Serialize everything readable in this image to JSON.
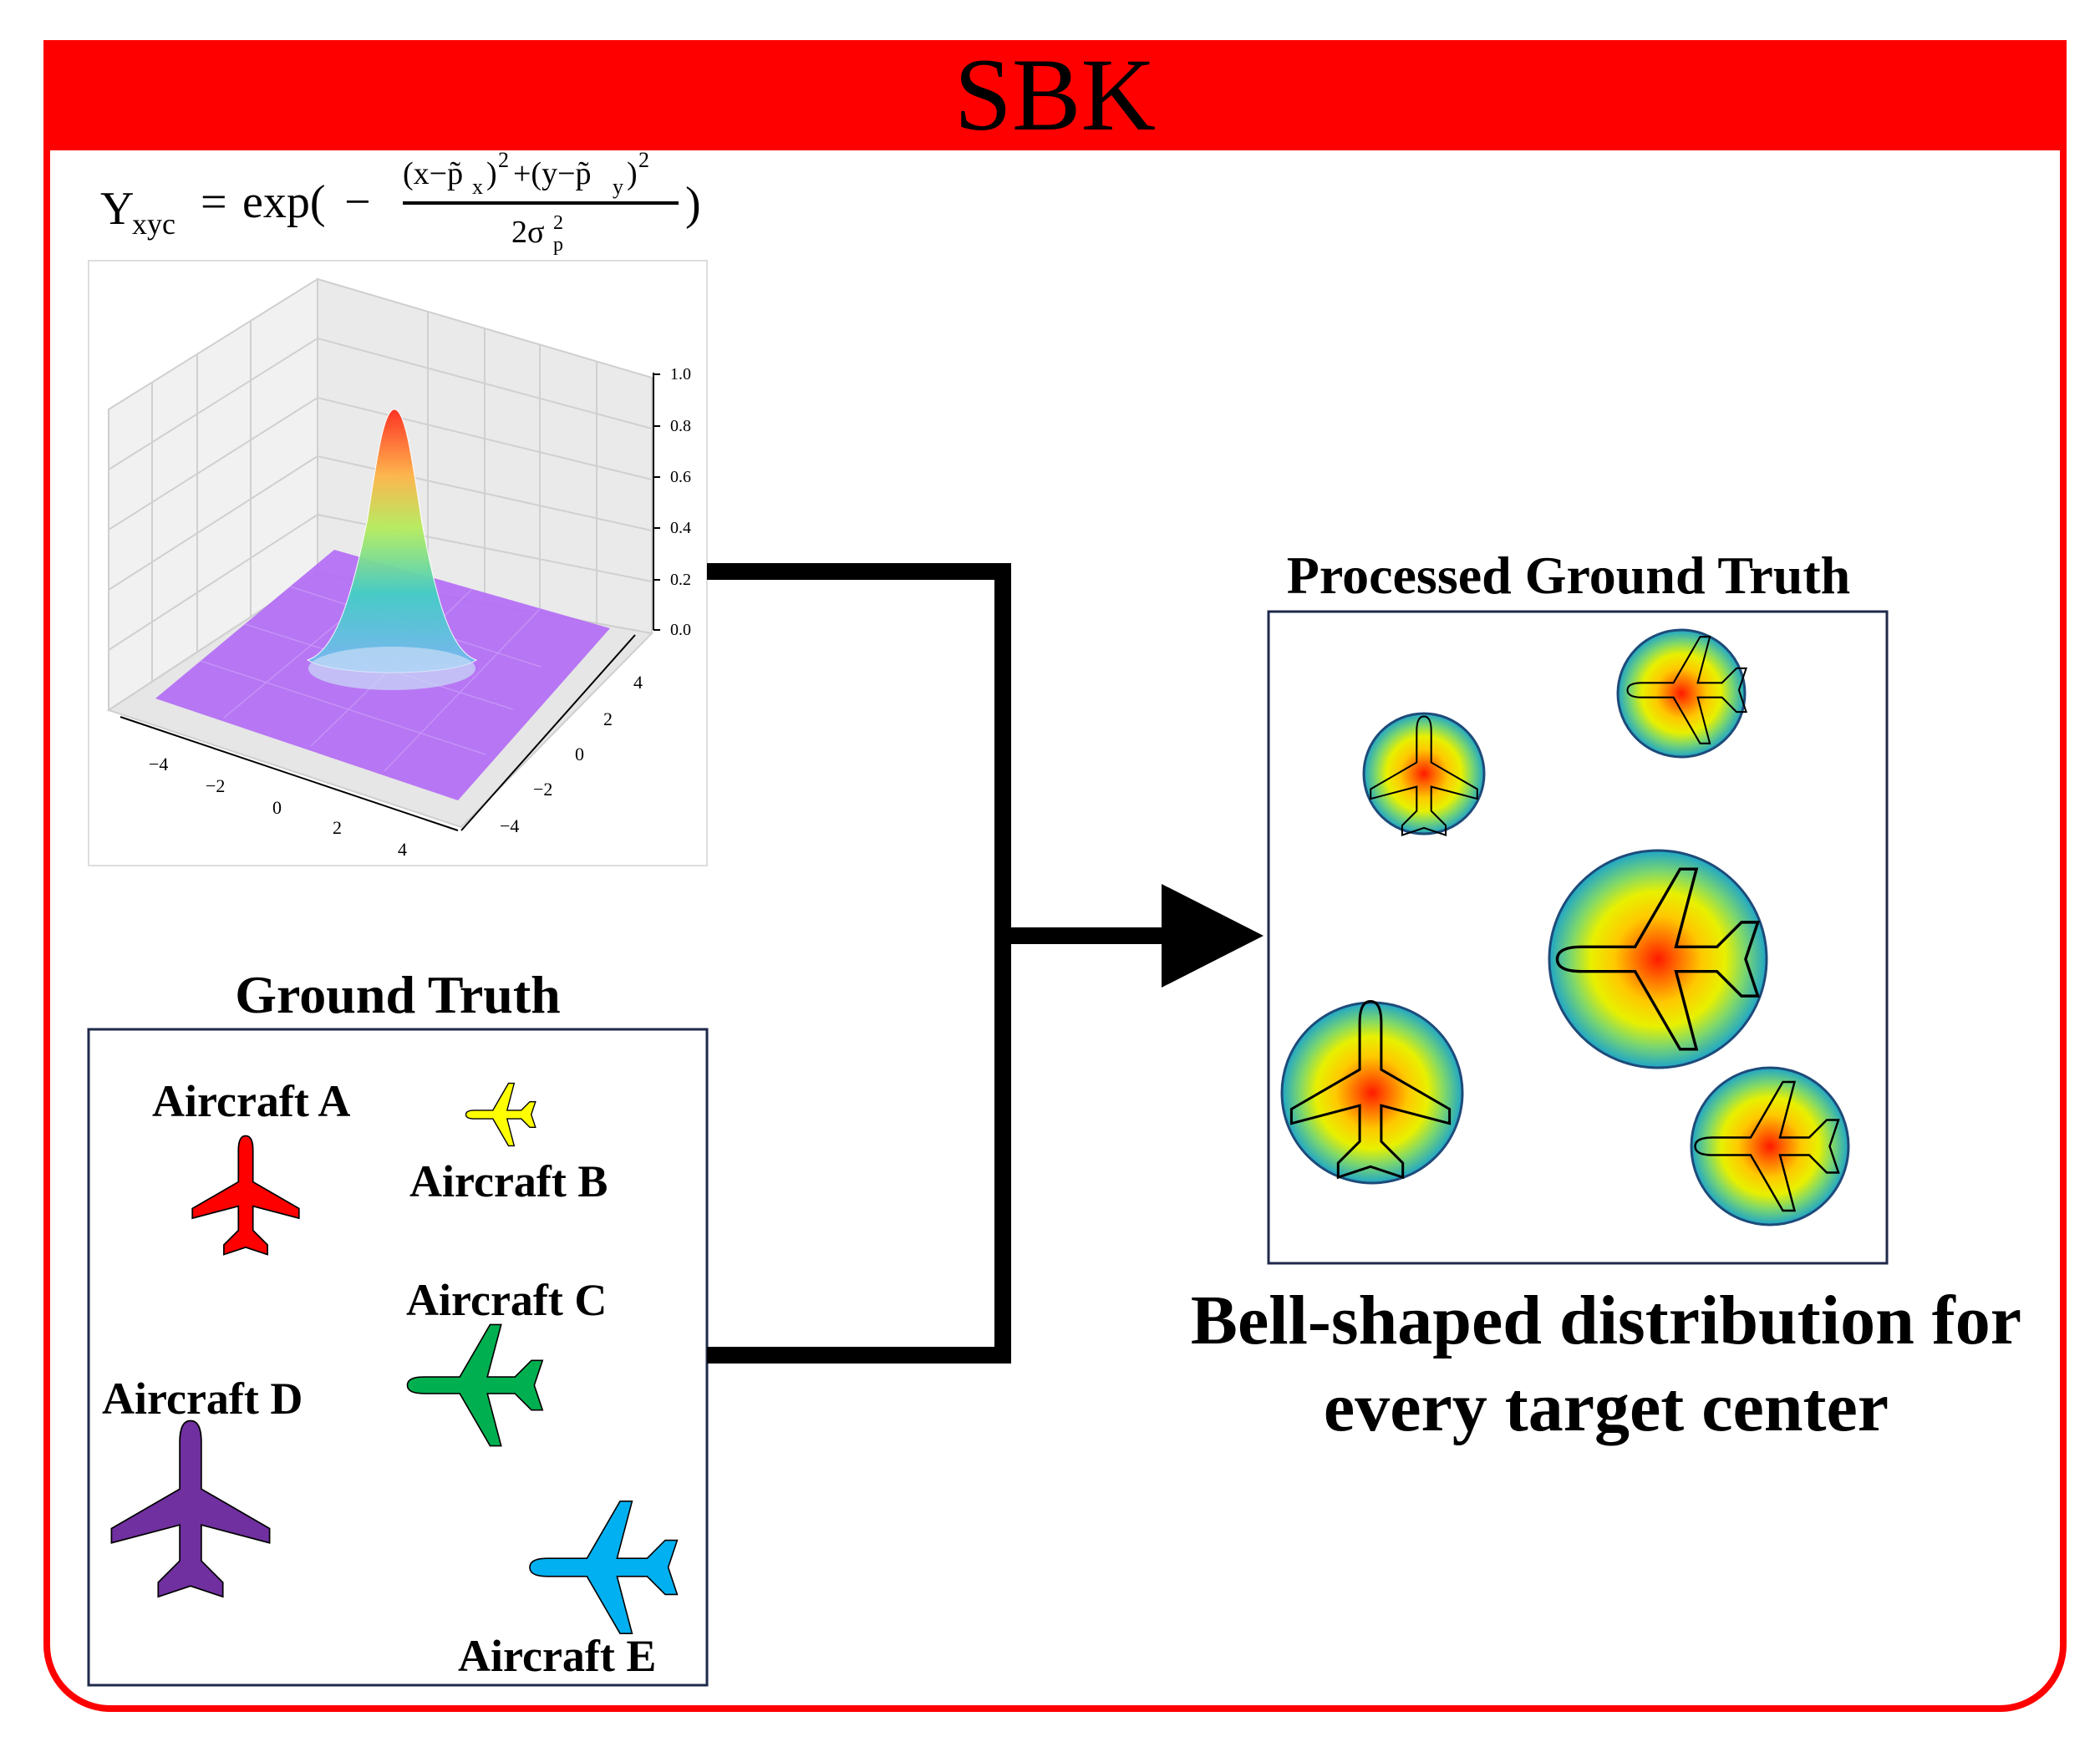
{
  "title": "SBK",
  "formula": {
    "lhs": "Y",
    "lhs_sub": "xyc",
    "fn": "exp(",
    "minus": "−",
    "num_a": "(x−p̃",
    "sub_x": "x",
    "num_b": ")",
    "sup2": "2",
    "num_c": "+(y−p̃",
    "sub_y": "y",
    "den_a": "2σ",
    "sub_p": "p",
    "close": ")"
  },
  "plot_ticks": {
    "z": [
      "1.0",
      "0.8",
      "0.6",
      "0.4",
      "0.2",
      "0.0"
    ],
    "x": [
      "−4",
      "−2",
      "0",
      "2",
      "4"
    ],
    "y": [
      "4",
      "2",
      "0",
      "−2",
      "−4"
    ]
  },
  "ground_truth": {
    "title": "Ground Truth",
    "aircraft": [
      {
        "label": "Aircraft A",
        "color": "#ff0000"
      },
      {
        "label": "Aircraft B",
        "color": "#ffff00"
      },
      {
        "label": "Aircraft C",
        "color": "#00b050"
      },
      {
        "label": "Aircraft D",
        "color": "#7030a0"
      },
      {
        "label": "Aircraft E",
        "color": "#00b0f0"
      }
    ]
  },
  "processed": {
    "title": "Processed Ground Truth",
    "caption_line1": "Bell-shaped distribution for",
    "caption_line2": "every target center"
  }
}
